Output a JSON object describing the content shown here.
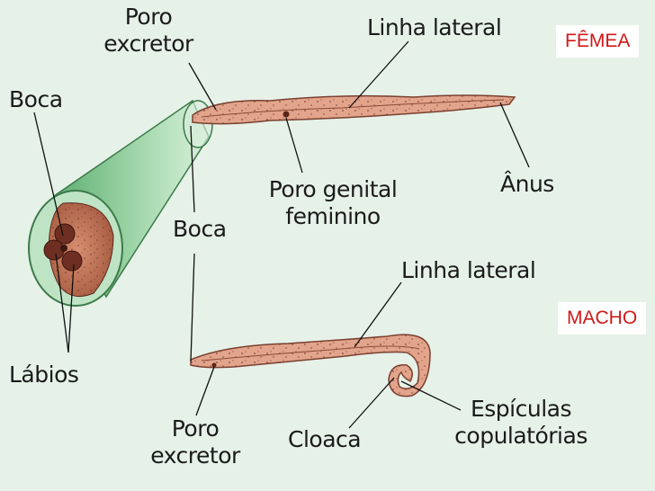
{
  "labels": {
    "poro_excretor_top": [
      "Poro",
      "excretor"
    ],
    "linha_lateral_top": "Linha lateral",
    "femea": "FÊMEA",
    "boca_left": "Boca",
    "boca_mid": "Boca",
    "poro_genital": [
      "Poro genital",
      "feminino"
    ],
    "anus": "Ânus",
    "linha_lateral_bottom": "Linha lateral",
    "macho": "MACHO",
    "labios": "Lábios",
    "poro_excretor_bottom": [
      "Poro",
      "excretor"
    ],
    "cloaca": "Cloaca",
    "espiculas": [
      "Espículas",
      "copulatórias"
    ]
  },
  "colors": {
    "background": "#e6f1e8",
    "worm_body": "#e3a48c",
    "worm_outline": "#7a4030",
    "head_tissue": "#c98062",
    "lips": "#6e2f22",
    "cone": "#8fcb9c",
    "tag_text": "#d01818"
  }
}
